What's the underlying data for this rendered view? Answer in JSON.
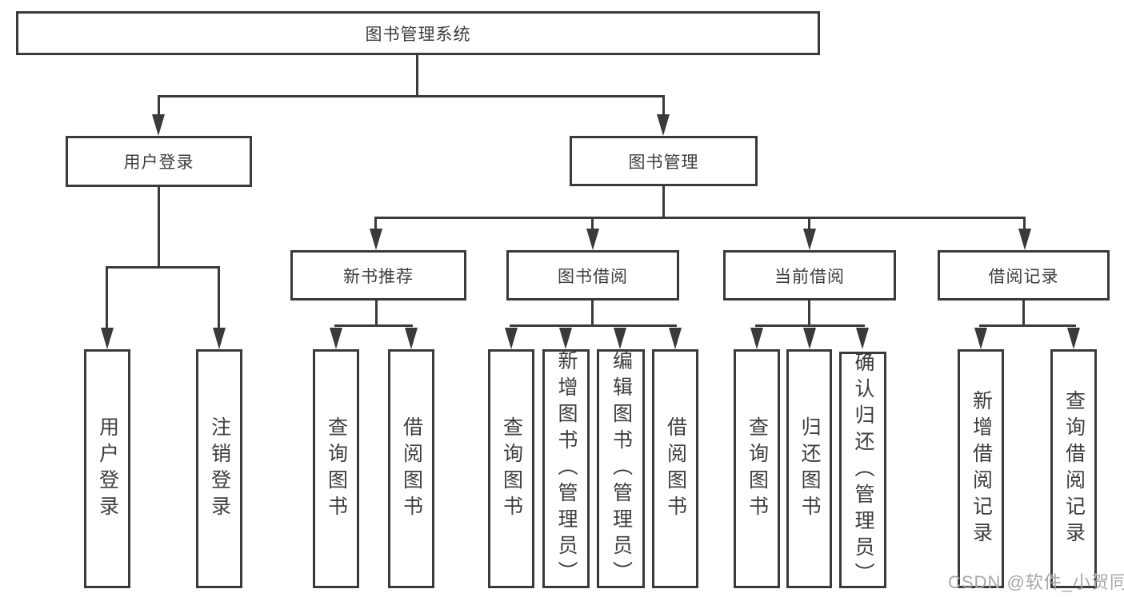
{
  "tree": {
    "label": "图书管理系统",
    "children": [
      {
        "label": "用户登录",
        "children": [
          {
            "label": "用户登录"
          },
          {
            "label": "注销登录"
          }
        ]
      },
      {
        "label": "图书管理",
        "children": [
          {
            "label": "新书推荐",
            "children": [
              {
                "label": "查询图书"
              },
              {
                "label": "借阅图书"
              }
            ]
          },
          {
            "label": "图书借阅",
            "children": [
              {
                "label": "查询图书"
              },
              {
                "label": "新增图书（管理员）"
              },
              {
                "label": "编辑图书（管理员）"
              },
              {
                "label": "借阅图书"
              }
            ]
          },
          {
            "label": "当前借阅",
            "children": [
              {
                "label": "查询图书"
              },
              {
                "label": "归还图书"
              },
              {
                "label": "确认归还（管理员）"
              }
            ]
          },
          {
            "label": "借阅记录",
            "children": [
              {
                "label": "新增借阅记录"
              },
              {
                "label": "查询借阅记录"
              }
            ]
          }
        ]
      }
    ]
  },
  "watermark": {
    "text": "CSDN @软件_小贺同学"
  },
  "colors": {
    "line": "#3a3a3a",
    "text": "#3d3d3d",
    "watermark": "#a8a8a8",
    "bg": "#ffffff"
  }
}
